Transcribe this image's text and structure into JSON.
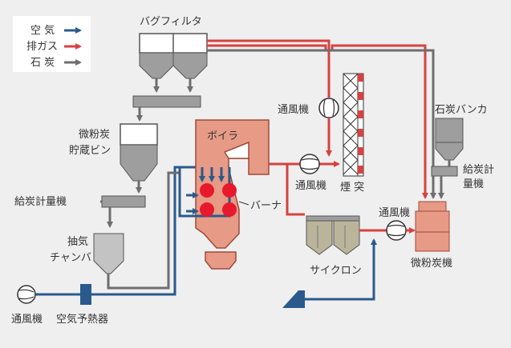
{
  "legend": {
    "items": [
      {
        "label": "空 気",
        "color": "#2a5a8c"
      },
      {
        "label": "排ガス",
        "color": "#d6423f"
      },
      {
        "label": "石 炭",
        "color": "#6e6e6e"
      }
    ]
  },
  "labels": {
    "bag_filter": "バグフィルタ",
    "pulverized_bin_line1": "微粉炭",
    "pulverized_bin_line2": "貯蔵ビン",
    "coal_feeder_left": "給炭計量機",
    "extract_chamber_line1": "抽気",
    "extract_chamber_line2": "チャンバ",
    "fan_bottom_left": "通風機",
    "air_preheater": "空気予熱器",
    "boiler": "ボイラ",
    "burner": "バーナ",
    "fan_top": "通風機",
    "fan_mid": "通風機",
    "chimney": "煙 突",
    "cyclone": "サイクロン",
    "fan_right": "通風機",
    "pulverizer": "微粉炭機",
    "coal_bunker": "石炭バンカ",
    "coal_feeder_right_line1": "給炭計",
    "coal_feeder_right_line2": "量機"
  },
  "colors": {
    "air": "#2a5a8c",
    "exhaust": "#d6423f",
    "coal": "#6e6e6e",
    "boiler_fill": "#e79a86",
    "burner": "#e8192c",
    "equipment_gray": "#9e9e9e",
    "background": "#efefef"
  }
}
